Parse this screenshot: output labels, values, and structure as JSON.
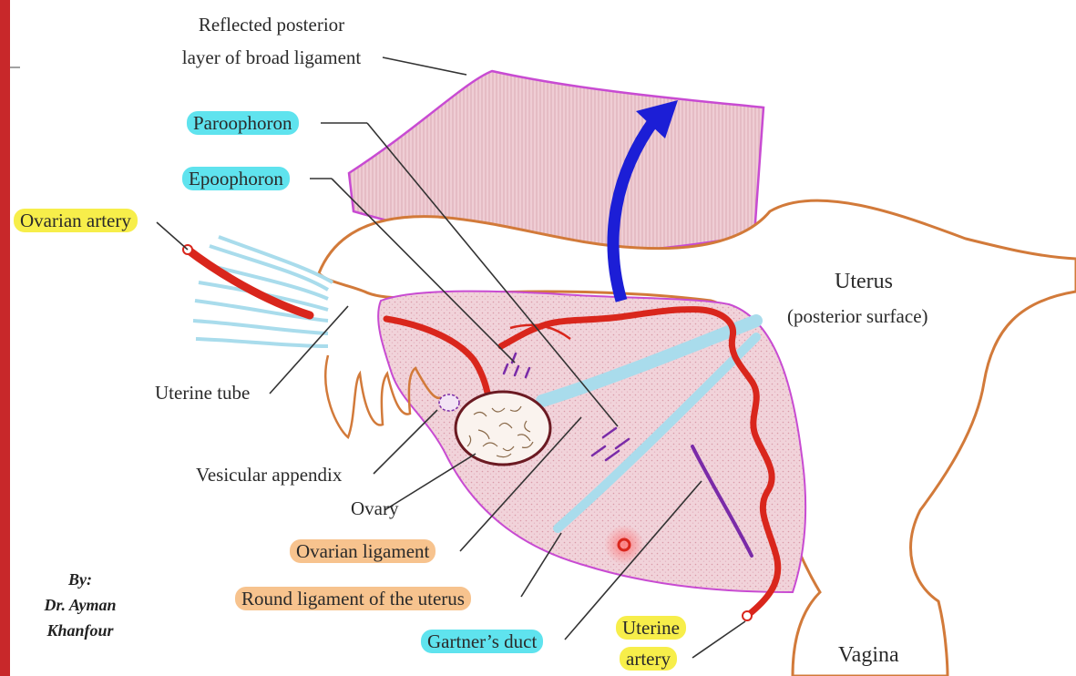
{
  "labels": {
    "reflected_line1": "Reflected posterior",
    "reflected_line2": "layer of broad ligament",
    "paroophoron": "Paroophoron",
    "epoophoron": "Epoophoron",
    "ovarian_artery": "Ovarian artery",
    "uterus": "Uterus",
    "uterus_sub": "(posterior surface)",
    "uterine_tube": "Uterine tube",
    "vesicular_appendix": "Vesicular appendix",
    "ovary": "Ovary",
    "ovarian_ligament": "Ovarian ligament",
    "round_ligament": "Round ligament of the uterus",
    "gartners_duct": "Gartner’s duct",
    "uterine_artery_line1": "Uterine",
    "uterine_artery_line2": "artery",
    "vagina": "Vagina"
  },
  "signature": {
    "line1": "By:",
    "line2": "Dr. Ayman",
    "line3": "Khanfour"
  },
  "colors": {
    "highlight_cyan": "#5fe3ee",
    "highlight_yellow": "#f7ee4a",
    "highlight_orange": "#f7c38e",
    "artery_red": "#d9261c",
    "ligament_blue": "#a9dcec",
    "broad_ligament_fill": "#efcdd4",
    "broad_ligament_edge": "#c84bd2",
    "uterus_outline": "#d27a3a",
    "arrow_blue": "#1c1ed6",
    "remnant_purple": "#7a2ba8"
  }
}
